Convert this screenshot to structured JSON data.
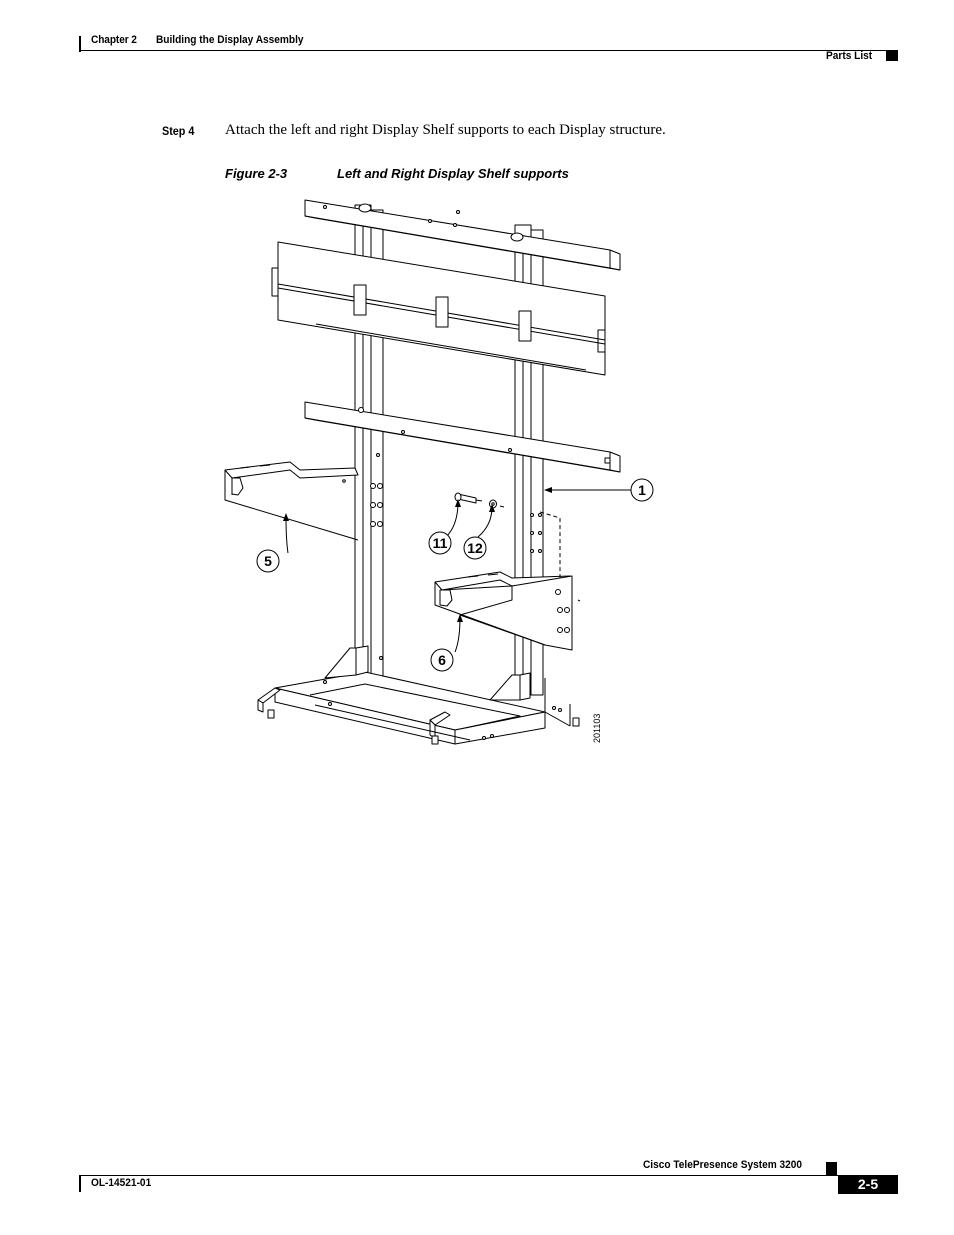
{
  "header": {
    "chapter": "Chapter 2",
    "chapter_title": "Building the Display Assembly",
    "section": "Parts List"
  },
  "step": {
    "label": "Step 4",
    "text": "Attach the left and right Display Shelf supports to each Display structure."
  },
  "figure": {
    "label": "Figure 2-3",
    "title": "Left and Right Display Shelf supports",
    "callouts": [
      "1",
      "5",
      "6",
      "11",
      "12"
    ],
    "art_number": "201103"
  },
  "footer": {
    "doc_title": "Cisco TelePresence System 3200",
    "doc_number": "OL-14521-01",
    "page": "2-5"
  }
}
